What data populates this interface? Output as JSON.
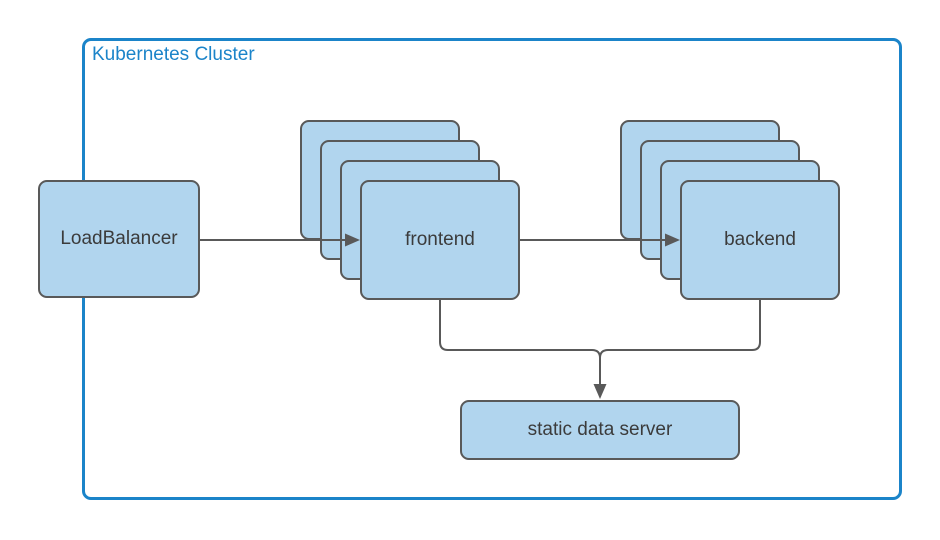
{
  "diagram": {
    "cluster": {
      "label": "Kubernetes Cluster"
    },
    "nodes": {
      "load_balancer": {
        "label": "LoadBalancer",
        "type": "single-box"
      },
      "frontend": {
        "label": "frontend",
        "type": "replica-stack",
        "replica_count": 4
      },
      "backend": {
        "label": "backend",
        "type": "replica-stack",
        "replica_count": 4
      },
      "static_data_server": {
        "label": "static data server",
        "type": "single-box"
      }
    },
    "edges": [
      {
        "from": "load_balancer",
        "to": "frontend",
        "arrow": true
      },
      {
        "from": "frontend",
        "to": "backend",
        "arrow": true
      },
      {
        "from": "frontend",
        "to": "static_data_server",
        "arrow": true
      },
      {
        "from": "backend",
        "to": "static_data_server",
        "arrow": true
      }
    ],
    "colors": {
      "node_fill": "#b1d5ee",
      "node_border": "#595959",
      "cluster_border": "#1b84c9",
      "connector": "#595959",
      "text": "#3b3b3b"
    }
  }
}
